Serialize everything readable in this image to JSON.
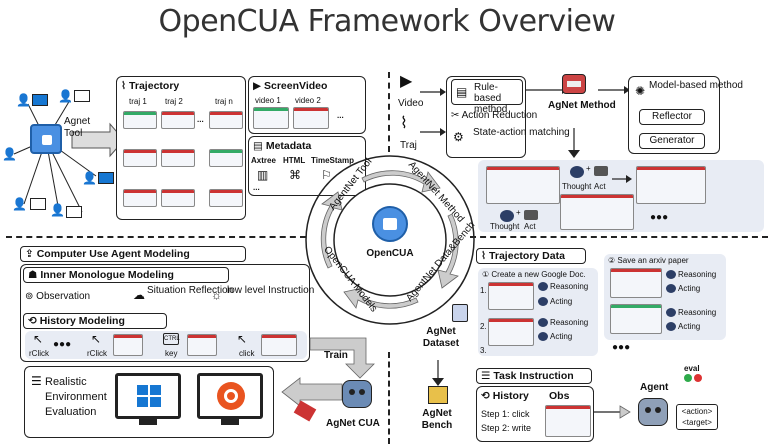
{
  "title": "OpenCUA Framework Overview",
  "tool": {
    "label_line1": "Agnet",
    "label_line2": "Tool"
  },
  "trajectory": {
    "title": "Trajectory",
    "cols": [
      "traj 1",
      "traj 2",
      "traj n"
    ],
    "ellipsis": "..."
  },
  "screenvideo": {
    "title": "ScreenVideo",
    "cols": [
      "video 1",
      "video 2"
    ],
    "ellipsis": "..."
  },
  "metadata": {
    "title": "Metadata",
    "items": [
      "Axtree",
      "HTML",
      "TimeStamp"
    ],
    "ellipsis": "..."
  },
  "method": {
    "video_label": "Video",
    "traj_label": "Traj",
    "rule_based": "Rule-based method",
    "action_reduction": "Action Reduction",
    "state_action": "State-action matching",
    "agnet_method": "AgNet Method",
    "model_based": "Model-based method",
    "reflector": "Reflector",
    "generator": "Generator",
    "thought1": "Thought",
    "act1": "Act",
    "thought2": "Thought",
    "act2": "Act",
    "dots": "●●●",
    "plus": "+"
  },
  "cycle": {
    "center": "OpenCUA",
    "seg_tool": "AgentNet Tool",
    "seg_method": "AgentNet Method",
    "seg_data": "AgentNet Data&Bench",
    "seg_models": "OpenCUA Models"
  },
  "modeling": {
    "cua": "Computer Use Agent Modeling",
    "inner": "Inner Monologue Modeling",
    "observation": "Observation",
    "situation": "Situation Reflection",
    "low_level": "low level Instruction",
    "history": "History Modeling",
    "seq": [
      "rClick",
      "rClick",
      "key",
      "click"
    ],
    "dots": "●●●",
    "ctrl": "CTRL"
  },
  "train": "Train",
  "realistic": {
    "line1": "Realistic",
    "line2": "Environment",
    "line3": "Evaluation"
  },
  "agnet_cua": "AgNet CUA",
  "traj_data": {
    "title": "Trajectory Data",
    "task1": "Create a new Google Doc.",
    "task2": "Save an arxiv paper",
    "reasoning": "Reasoning",
    "acting": "Acting",
    "step1": "1.",
    "step2": "2.",
    "step3": "3.",
    "dots": "●●●"
  },
  "dataset": {
    "line1": "AgNet",
    "line2": "Dataset"
  },
  "bench": {
    "line1": "AgNet",
    "line2": "Bench"
  },
  "task_instruction": {
    "title": "Task Instruction",
    "history": "History",
    "obs": "Obs",
    "step1": "Step 1: click",
    "step2": "Step 2: write",
    "agent": "Agent",
    "eval": "eval",
    "action": "<action>",
    "target": "<target>"
  },
  "colors": {
    "accent_blue": "#3b6fd6",
    "dark_panel": "#2c3e66",
    "brand_red": "#e2402a",
    "win_blue": "#1677d2",
    "ubuntu_orange": "#e95420"
  }
}
